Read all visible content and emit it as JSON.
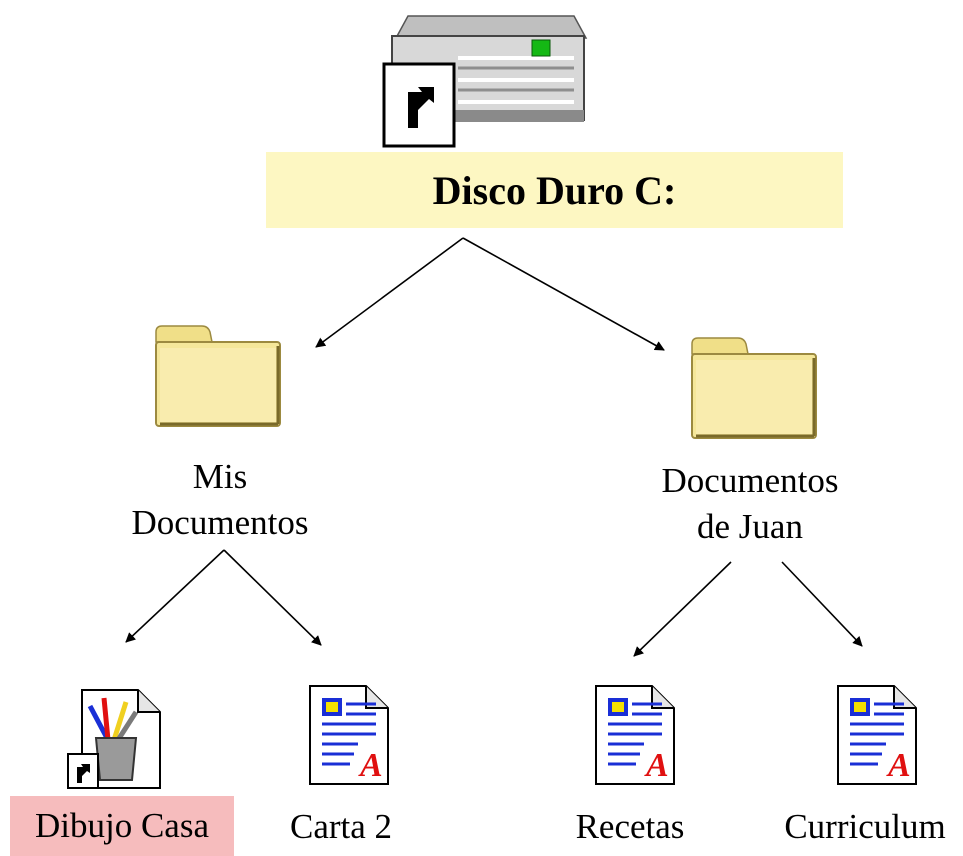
{
  "tree": {
    "root": {
      "label": "Disco Duro C:"
    },
    "folder_left": {
      "line1": "Mis",
      "line2": "Documentos"
    },
    "folder_right": {
      "line1": "Documentos",
      "line2": "de Juan"
    },
    "files": {
      "drawing": {
        "label": "Dibujo Casa",
        "selected": true
      },
      "letter": {
        "label": "Carta 2"
      },
      "recipes": {
        "label": "Recetas"
      },
      "resume": {
        "label": "Curriculum"
      }
    }
  },
  "colors": {
    "root_label_bg": "#fdf7c2",
    "selected_label_bg": "#f6bcbd",
    "folder_fill": "#f5e79a",
    "doc_blue": "#1a2fd6",
    "doc_red": "#e01010"
  },
  "icons": {
    "root": "hard-drive-shortcut-icon",
    "folders": "folder-icon",
    "drawing": "paint-document-shortcut-icon",
    "documents": "wordpad-document-icon"
  }
}
